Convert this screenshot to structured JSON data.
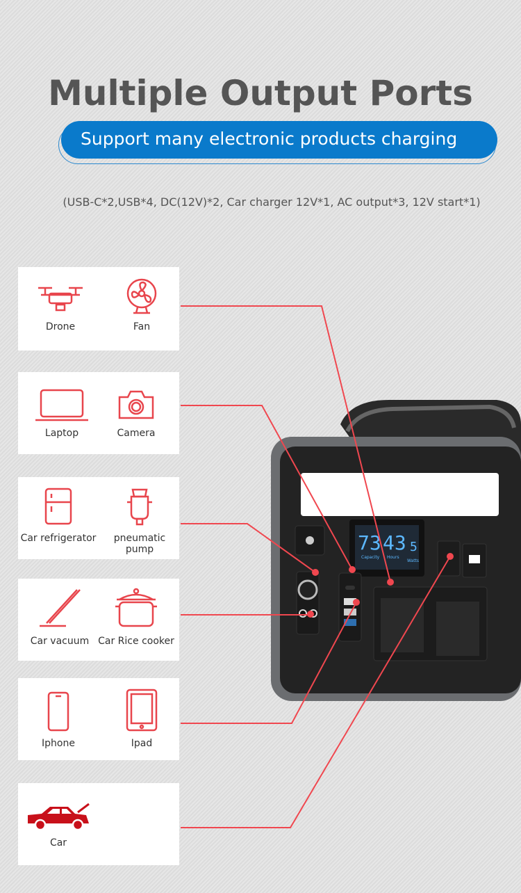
{
  "header": {
    "title": "Multiple Output Ports",
    "banner": "Support many electronic products charging",
    "ports": "(USB-C*2,USB*4, DC(12V)*2, Car charger 12V*1, AC output*3, 12V start*1)"
  },
  "cards": [
    {
      "items": [
        {
          "label": "Drone",
          "icon": "drone-icon"
        },
        {
          "label": "Fan",
          "icon": "fan-icon"
        }
      ]
    },
    {
      "items": [
        {
          "label": "Laptop",
          "icon": "laptop-icon"
        },
        {
          "label": "Camera",
          "icon": "camera-icon"
        }
      ]
    },
    {
      "items": [
        {
          "label": "Car refrigerator",
          "icon": "fridge-icon"
        },
        {
          "label": "pneumatic pump",
          "icon": "pump-icon"
        }
      ]
    },
    {
      "items": [
        {
          "label": "Car vacuum",
          "icon": "vacuum-icon"
        },
        {
          "label": "Car Rice cooker",
          "icon": "rice-cooker-icon"
        }
      ]
    },
    {
      "items": [
        {
          "label": "Iphone",
          "icon": "phone-icon"
        },
        {
          "label": "Ipad",
          "icon": "tablet-icon"
        }
      ]
    },
    {
      "items": [
        {
          "label": "Car",
          "icon": "car-icon"
        }
      ]
    }
  ],
  "display": {
    "capacity": "73",
    "hours": "43",
    "watts": "5",
    "capacity_label": "Capacity",
    "hours_label": "Hours",
    "watts_label": "Watts"
  },
  "colors": {
    "accent": "#0a7acb",
    "line": "#f0474f",
    "icon": "#e8454c",
    "car": "#c8101a"
  }
}
